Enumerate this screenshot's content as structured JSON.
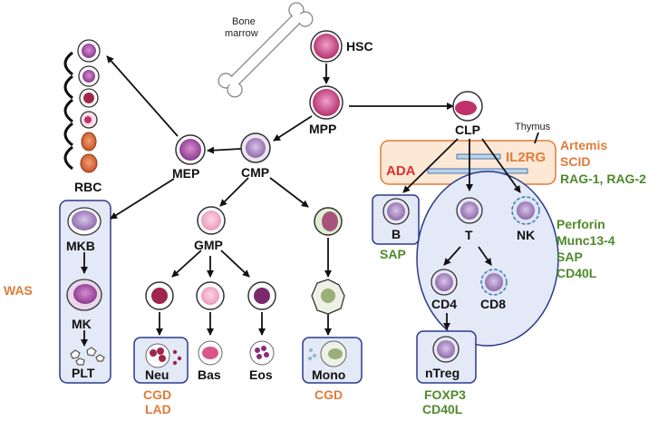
{
  "cells": {
    "hsc": "HSC",
    "mpp": "MPP",
    "clp": "CLP",
    "cmp": "CMP",
    "mep": "MEP",
    "rbc": "RBC",
    "gmp": "GMP",
    "mkb": "MKB",
    "mk": "MK",
    "plt": "PLT",
    "neu": "Neu",
    "bas": "Bas",
    "eos": "Eos",
    "mono": "Mono",
    "b": "B",
    "t": "T",
    "nk": "NK",
    "cd4": "CD4",
    "cd8": "CD8",
    "ntreg": "nTreg"
  },
  "locations": {
    "bone_marrow_line1": "Bone",
    "bone_marrow_line2": "marrow",
    "thymus": "Thymus"
  },
  "defects": {
    "was": "WAS",
    "cgd_neu": "CGD",
    "lad": "LAD",
    "cgd_mono": "CGD",
    "sap_b": "SAP",
    "ada": "ADA",
    "il2rg": "IL2RG",
    "artemis": "Artemis",
    "scid": "SCID",
    "rag": "RAG-1, RAG-2",
    "perforin": "Perforin",
    "munc": "Munc13-4",
    "sap_nk": "SAP",
    "cd40l_nk": "CD40L",
    "foxp3": "FOXP3",
    "cd40l_treg": "CD40L"
  }
}
